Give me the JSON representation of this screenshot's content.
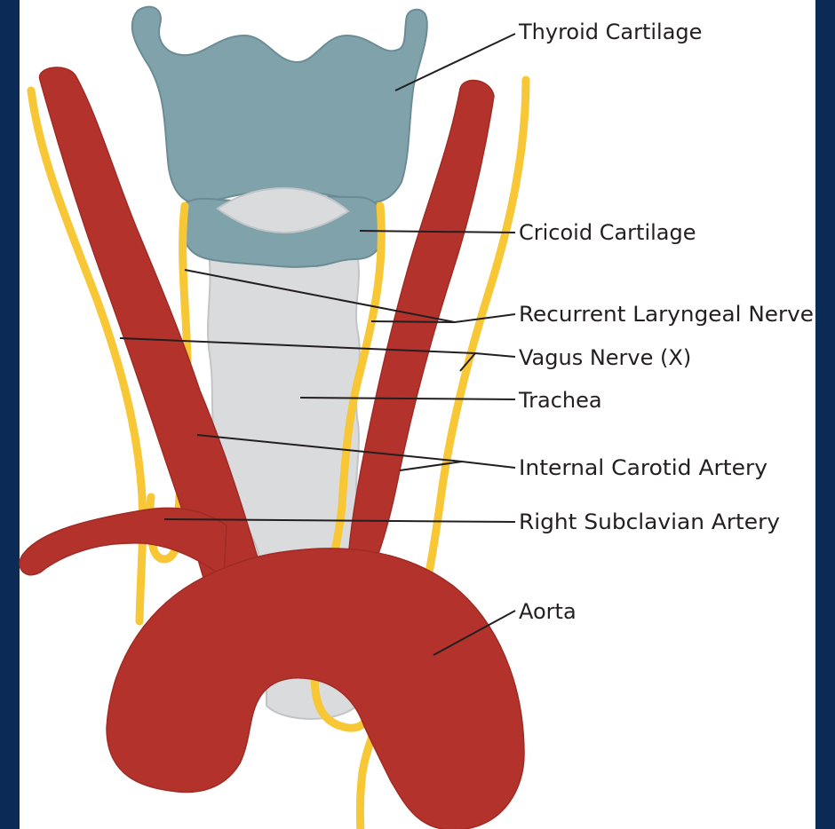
{
  "diagram": {
    "labels": {
      "thyroid_cartilage": "Thyroid Cartilage",
      "cricoid_cartilage": "Cricoid Cartilage",
      "recurrent_laryngeal_nerve": "Recurrent Laryngeal Nerve",
      "vagus_nerve": "Vagus Nerve (X)",
      "trachea": "Trachea",
      "internal_carotid_artery": "Internal Carotid Artery",
      "right_subclavian_artery": "Right Subclavian Artery",
      "aorta": "Aorta"
    }
  },
  "colors": {
    "background_border": "#0b2a55",
    "panel": "#ffffff",
    "cartilage": "#7fa2ab",
    "trachea": "#d9dbdd",
    "artery": "#b3332c",
    "nerve": "#f7c735",
    "leader_line": "#231f20"
  }
}
